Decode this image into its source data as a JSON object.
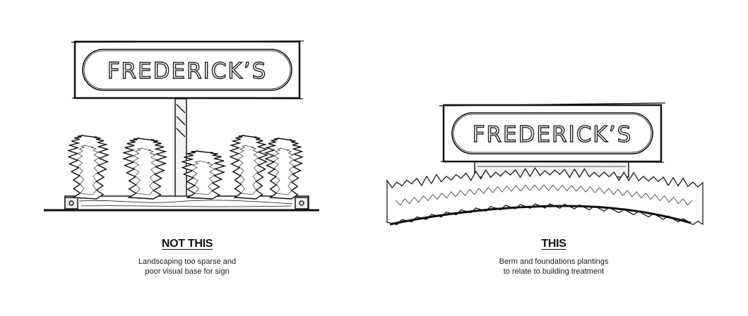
{
  "left_panel": {
    "sign_text": "FREDERICK’S",
    "heading": "NOT THIS",
    "caption_lines": [
      "Landscaping too sparse and",
      "poor visual base for sign"
    ]
  },
  "right_panel": {
    "sign_text": "FREDERICK’S",
    "heading": "THIS",
    "caption_lines": [
      "Berm and foundations plantings",
      "to relate to building treatment"
    ]
  }
}
